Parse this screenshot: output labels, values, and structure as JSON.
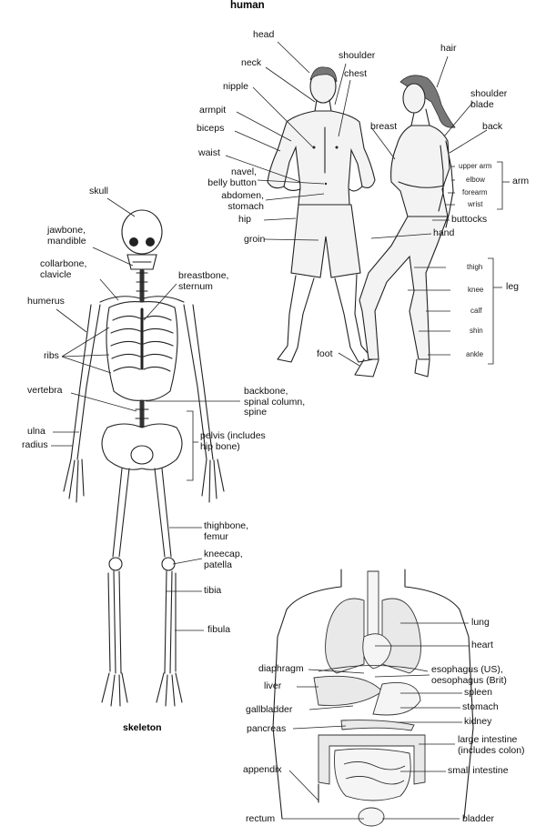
{
  "title": "human",
  "skeleton_title": "skeleton",
  "labels": {
    "head": "head",
    "neck": "neck",
    "shoulder": "shoulder",
    "chest": "chest",
    "hair": "hair",
    "shoulder_blade": "shoulder\nblade",
    "nipple": "nipple",
    "armpit": "armpit",
    "biceps": "biceps",
    "breast": "breast",
    "back": "back",
    "waist": "waist",
    "navel": "navel,\nbelly button",
    "abdomen": "abdomen,\nstomach",
    "upper_arm": "upper arm",
    "elbow": "elbow",
    "forearm": "forearm",
    "wrist": "wrist",
    "arm": "arm",
    "hip": "hip",
    "buttocks": "buttocks",
    "groin": "groin",
    "hand": "hand",
    "thigh": "thigh",
    "knee": "knee",
    "calf": "calf",
    "shin": "shin",
    "ankle": "ankle",
    "leg": "leg",
    "foot": "foot",
    "skull": "skull",
    "jawbone": "jawbone,\nmandible",
    "collarbone": "collarbone,\nclavicle",
    "breastbone": "breastbone,\nsternum",
    "humerus": "humerus",
    "ribs": "ribs",
    "vertebra": "vertebra",
    "backbone": "backbone,\nspinal column,\nspine",
    "ulna": "ulna",
    "radius": "radius",
    "pelvis": "pelvis (includes\nhip bone)",
    "thighbone": "thighbone,\nfemur",
    "kneecap": "kneecap,\npatella",
    "tibia": "tibia",
    "fibula": "fibula",
    "lung": "lung",
    "heart": "heart",
    "diaphragm": "diaphragm",
    "esophagus": "esophagus (US),\noesophagus (Brit)",
    "liver": "liver",
    "spleen": "spleen",
    "gallbladder": "gallbladder",
    "stomach": "stomach",
    "kidney": "kidney",
    "pancreas": "pancreas",
    "large_intestine": "large intestine\n(includes colon)",
    "appendix": "appendix",
    "small_intestine": "small intestine",
    "rectum": "rectum",
    "bladder": "bladder"
  }
}
